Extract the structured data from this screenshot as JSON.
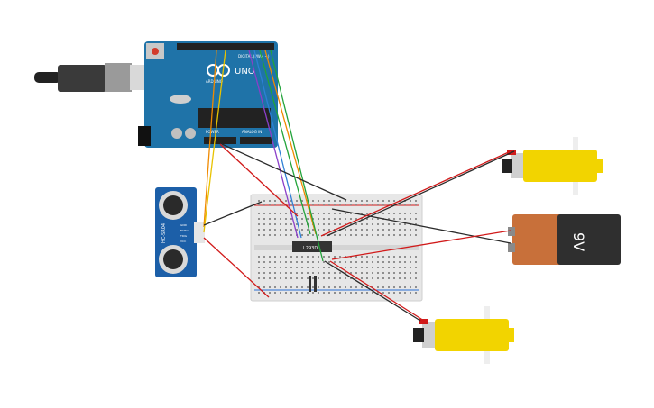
{
  "arduino": {
    "uno_label": "UNO",
    "brand_label": "ARDUINO",
    "digital_label": "DIGITAL (PWM ~)",
    "power_label": "POWER",
    "analog_label": "ANALOG IN"
  },
  "sensor": {
    "model_label": "HC-SR04",
    "pin_labels": [
      "GND",
      "ECHO",
      "TRIG",
      "VCC"
    ]
  },
  "driver_chip": {
    "label": "L293D"
  },
  "battery": {
    "label": "9V"
  },
  "colors": {
    "arduino_board": "#1f73a8",
    "sensor_board": "#1c5fa8",
    "motor_body": "#f2d400",
    "battery_body": "#c8703a",
    "battery_cap": "#2f2f2f",
    "wire_red": "#d11a1a",
    "wire_black": "#2a2a2a",
    "wire_orange": "#f08a00",
    "wire_yellow": "#e8c200",
    "wire_green": "#22a33a",
    "wire_purple": "#8a3fc9",
    "wire_blue": "#2e7fd6"
  }
}
